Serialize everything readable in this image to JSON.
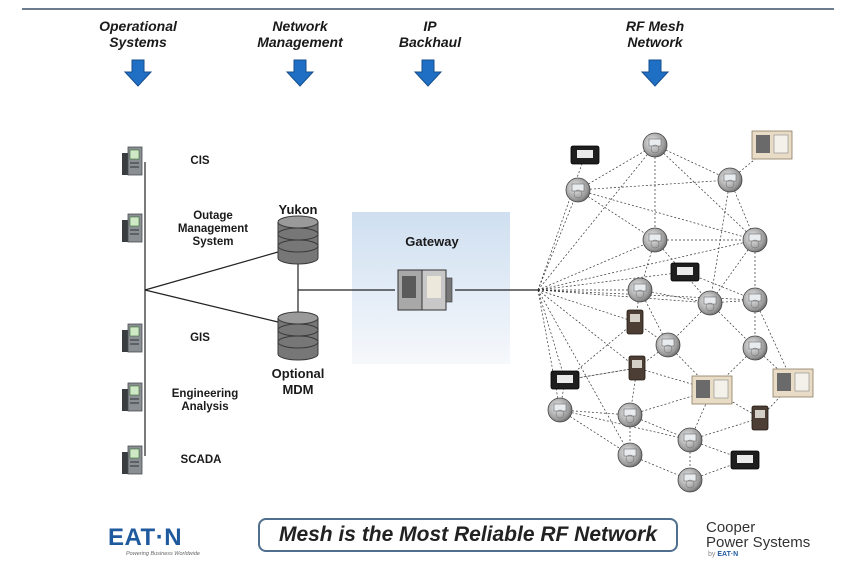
{
  "headers": {
    "operational": [
      "Operational",
      "Systems"
    ],
    "network_mgmt": [
      "Network",
      "Management"
    ],
    "ip_backhaul": [
      "IP",
      "Backhaul"
    ],
    "rf_mesh": [
      "RF Mesh",
      "Network"
    ]
  },
  "systems": {
    "cis": "CIS",
    "outage": [
      "Outage",
      "Management",
      "System"
    ],
    "gis": "GIS",
    "engineering": [
      "Engineering",
      "Analysis"
    ],
    "scada": "SCADA"
  },
  "databases": {
    "yukon": "Yukon",
    "mdm": [
      "Optional",
      "MDM"
    ]
  },
  "gateway": {
    "label": "Gateway"
  },
  "banner": {
    "text": "Mesh is the Most Reliable RF Network"
  },
  "logos": {
    "eaton": "EAT·N",
    "eaton_tagline": "Powering Business Worldwide",
    "cooper": [
      "Cooper",
      "Power Systems"
    ],
    "cooper_by": "by",
    "cooper_by_brand": "EAT·N"
  },
  "colors": {
    "arrow": "#1f6fc4",
    "db": "#6e6e6e",
    "server": "#7a7f84",
    "rule": "#6b7d8c"
  }
}
